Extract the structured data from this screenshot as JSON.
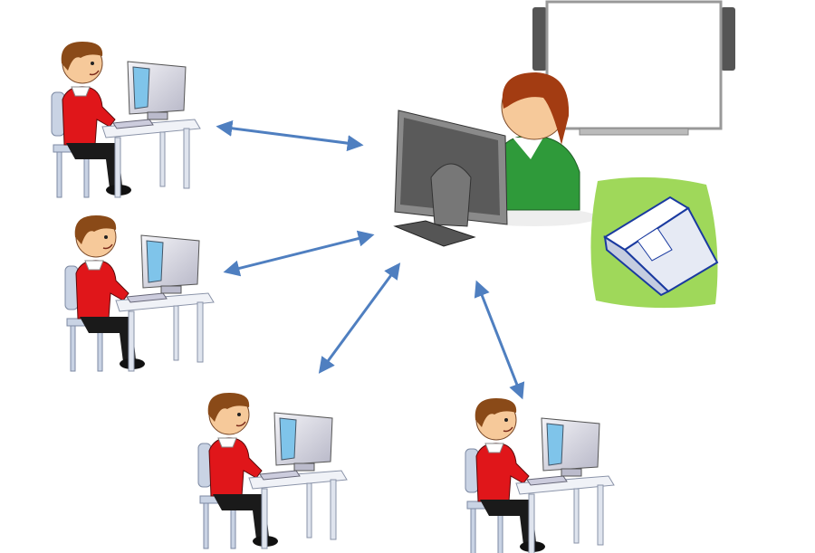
{
  "diagram": {
    "description_nodes": {
      "teacher": "teacher-workstation",
      "students": [
        "student-1",
        "student-2",
        "student-3",
        "student-4"
      ],
      "peripherals": [
        "interactive-whiteboard",
        "scanner"
      ]
    },
    "colors": {
      "arrow": "#4f7fc0",
      "shirt": "#e0161a",
      "hair": "#8a4a18",
      "skin": "#f6c99a",
      "teacher_shirt": "#2f9a3a",
      "scanner_bg": "#9fd85a",
      "screen": "#7fc4ea"
    }
  }
}
